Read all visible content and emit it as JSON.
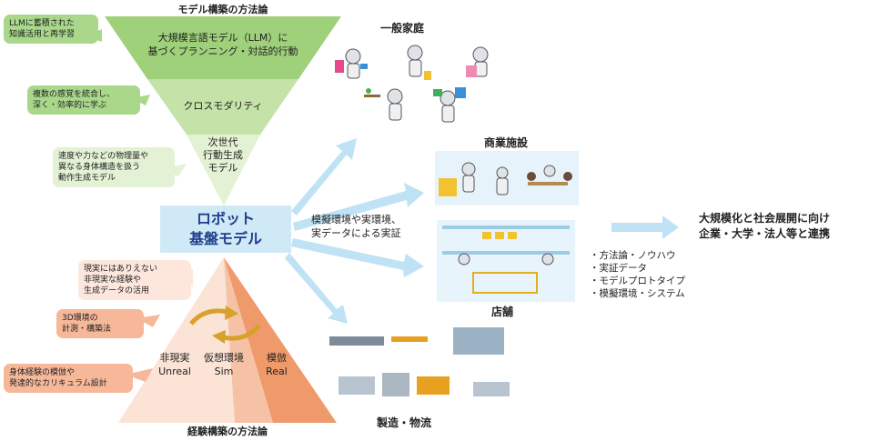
{
  "top": {
    "title": "モデル構築の方法論",
    "tier1": [
      "大規模言語モデル（LLM）に",
      "基づくプランニング・対話的行動"
    ],
    "tier2": "クロスモダリティ",
    "tier3": [
      "次世代",
      "行動生成",
      "モデル"
    ],
    "notes": [
      [
        "LLMに蓄積された",
        "知識活用と再学習"
      ],
      [
        "複数の感覚を統合し、",
        "深く・効率的に学ぶ"
      ],
      [
        "速度や力などの物理量や",
        "異なる身体構造を扱う",
        "動作生成モデル"
      ]
    ]
  },
  "core": {
    "line1": "ロボット",
    "line2": "基盤モデル"
  },
  "bottom": {
    "title": "経験構築の方法論",
    "labels": [
      {
        "jp": "非現実",
        "en": "Unreal"
      },
      {
        "jp": "仮想環境",
        "en": "Sim"
      },
      {
        "jp": "模倣",
        "en": "Real"
      }
    ],
    "notes": [
      [
        "現実にはありえない",
        "非現実な経験や",
        "生成データの活用"
      ],
      [
        "3D環境の",
        "計測・構築法"
      ],
      [
        "身体経験の模倣や",
        "発達的なカリキュラム設計"
      ]
    ]
  },
  "arrow_caption": [
    "模擬環境や実環境、",
    "実データによる実証"
  ],
  "scenes": {
    "home": "一般家庭",
    "commercial": "商業施設",
    "store": "店舗",
    "factory": "製造・物流"
  },
  "outcome": {
    "headline": [
      "大規模化と社会展開に向け",
      "企業・大学・法人等と連携"
    ],
    "items": [
      "・方法論・ノウハウ",
      "・実証データ",
      "・モデルプロトタイプ",
      "・模擬環境・システム"
    ]
  },
  "colors": {
    "green_light": "#e3f1d4",
    "green_mid": "#c5e3a8",
    "green_dark": "#9fd07a",
    "orange_light": "#fbe3d6",
    "orange_mid": "#f6c2a5",
    "orange_dark": "#ef9a6b",
    "core_blue": "#cfe9f7",
    "arrow_blue": "#bfe2f5"
  }
}
